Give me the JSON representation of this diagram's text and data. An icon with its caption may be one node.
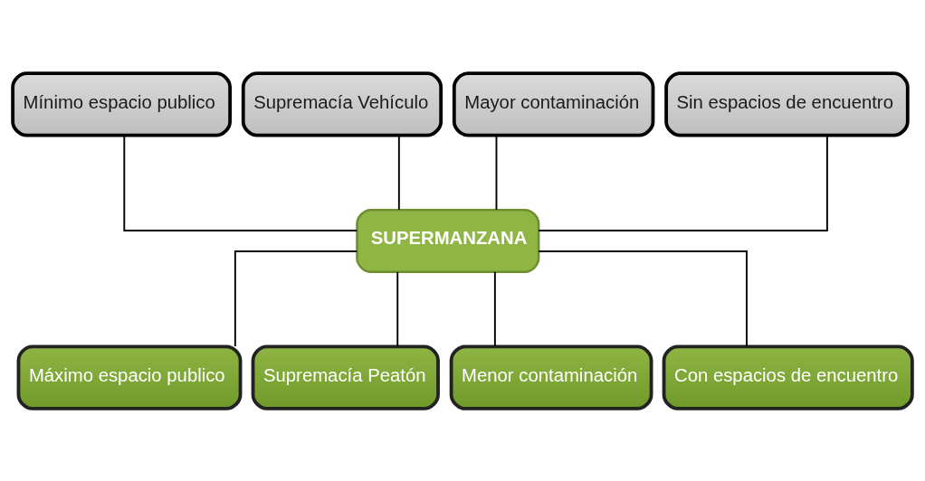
{
  "diagram": {
    "nodes": [
      {
        "text": [
          "Mínimo espacio publico"
        ]
      },
      {
        "text": [
          "Supremacía Vehículo"
        ]
      },
      {
        "text": [
          "Mayor contaminación"
        ]
      },
      {
        "text": [
          "Sin espacios de encuentro"
        ]
      },
      {
        "text": [
          "SUPERMANZANA"
        ]
      },
      {
        "text": [
          "Máximo espacio publico"
        ]
      },
      {
        "text": [
          "Supremacía Peatón"
        ]
      },
      {
        "text": [
          "Menor contaminación"
        ]
      },
      {
        "text": [
          "Con espacios de encuentro"
        ]
      }
    ],
    "edges": [
      {
        "from": 0,
        "to": 4,
        "arrow": "none"
      },
      {
        "from": 1,
        "to": 4,
        "arrow": "none"
      },
      {
        "from": 2,
        "to": 4,
        "arrow": "none"
      },
      {
        "from": 3,
        "to": 4,
        "arrow": "none"
      },
      {
        "from": 4,
        "to": 5,
        "arrow": "none"
      },
      {
        "from": 4,
        "to": 6,
        "arrow": "none"
      },
      {
        "from": 4,
        "to": 7,
        "arrow": "none"
      },
      {
        "from": 4,
        "to": 8,
        "arrow": "none"
      }
    ]
  }
}
